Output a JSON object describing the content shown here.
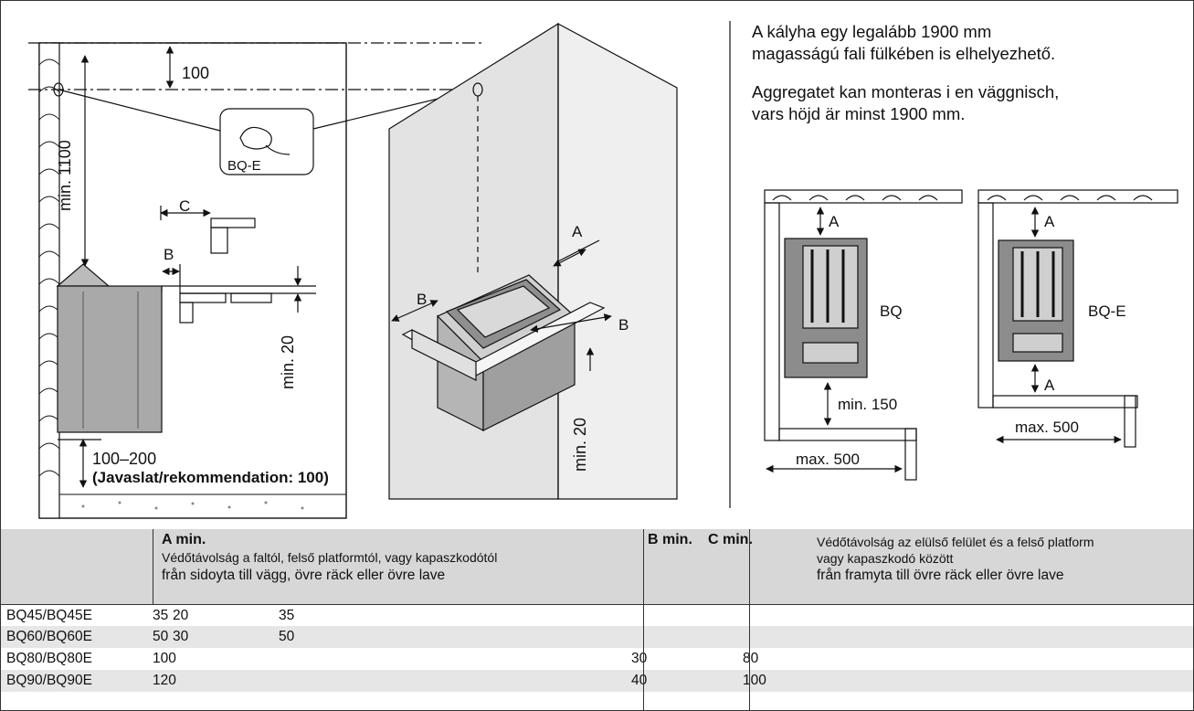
{
  "labels": {
    "dim_100": "100",
    "min_1100": "min. 1100",
    "bq_e": "BQ-E",
    "c": "C",
    "b": "B",
    "a": "A",
    "min_20": "min. 20",
    "range_100_200": "100–200",
    "recommendation": "(Javaslat/rekommendation: 100)",
    "bq": "BQ",
    "min_150": "min. 150",
    "max_500": "max. 500"
  },
  "notes": {
    "hungarian_line1": "A kályha egy legalább 1900 mm",
    "hungarian_line2": "magasságú fali fülkében is elhelyezhető.",
    "swedish_line1": "Aggregatet kan monteras i en väggnisch,",
    "swedish_line2": "vars höjd är minst 1900 mm."
  },
  "table": {
    "header": {
      "a_title": "A min.",
      "a_desc_hu": "Védőtávolság a faltól, felső platformtól, vagy kapaszkodótól",
      "a_desc_sv": "från sidoyta till vägg, övre räck eller övre lave",
      "b_title": "B min.",
      "c_title": "C min.",
      "c_desc_hu1": "Védőtávolság az elülső felület és a felső platform",
      "c_desc_hu2": "vagy kapaszkodó között",
      "c_desc_sv": "från framyta till övre räck eller övre lave"
    },
    "rows": [
      {
        "model": "BQ45/BQ45E",
        "a1": "35",
        "a2": "20",
        "a3": "35",
        "b": "",
        "c": ""
      },
      {
        "model": "BQ60/BQ60E",
        "a1": "50",
        "a2": "30",
        "a3": "50",
        "b": "",
        "c": ""
      },
      {
        "model": "BQ80/BQ80E",
        "a1": "100",
        "a2": "",
        "a3": "",
        "b": "30",
        "c": "80"
      },
      {
        "model": "BQ90/BQ90E",
        "a1": "120",
        "a2": "",
        "a3": "",
        "b": "40",
        "c": "100"
      }
    ]
  }
}
